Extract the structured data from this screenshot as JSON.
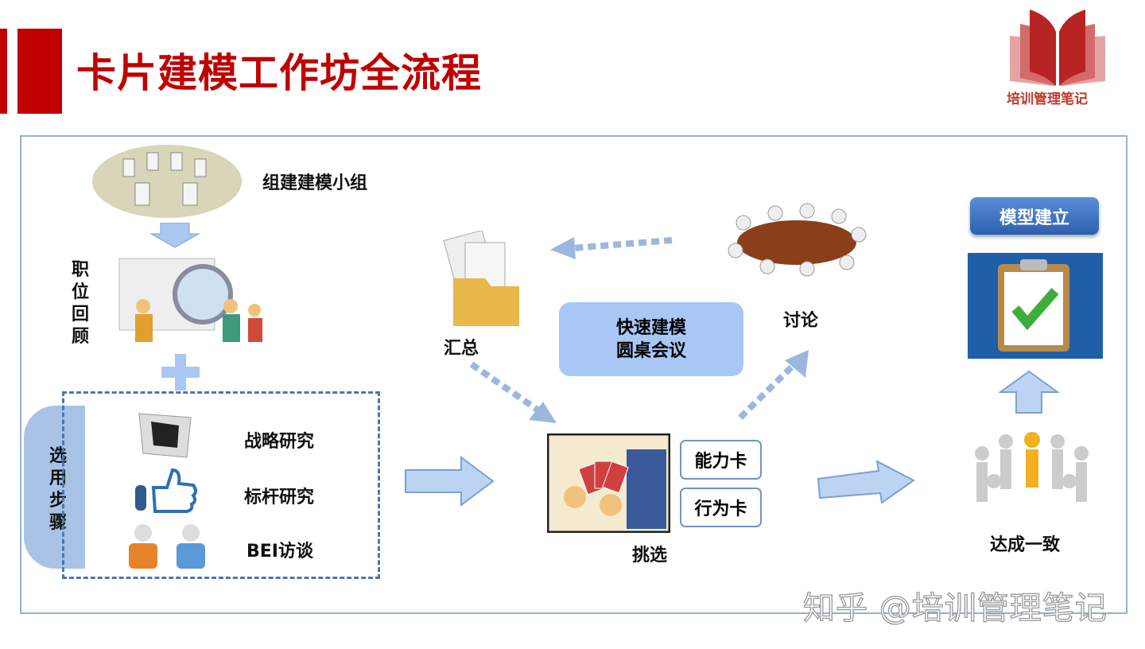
{
  "title": "卡片建模工作坊全流程",
  "logo": {
    "text": "培训管理笔记"
  },
  "steps": {
    "team": "组建建模小组",
    "review": "职位回顾",
    "select_steps": "选用步骤",
    "methods": [
      "战略研究",
      "标杆研究",
      "BEI访谈"
    ],
    "summary": "汇总",
    "discussion": "讨论",
    "meeting": [
      "快速建模",
      "圆桌会议"
    ],
    "pick": "挑选",
    "cards": [
      "能力卡",
      "行为卡"
    ],
    "model": "模型建立",
    "consensus": "达成一致"
  },
  "watermark": "知乎 @培训管理笔记",
  "colors": {
    "brand_red": "#c00000",
    "meeting_box": "#a9c7f5",
    "model_button": "#3a6fbf"
  }
}
